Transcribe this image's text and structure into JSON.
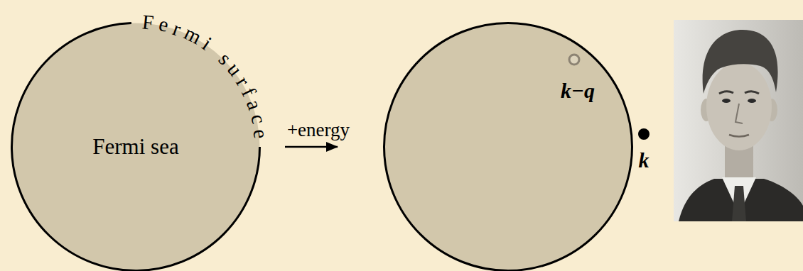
{
  "diagram": {
    "nodes": [
      {
        "text": [
          "Fermi surface",
          "Fermi sea"
        ]
      },
      {
        "text": [
          "k−q"
        ]
      }
    ],
    "edges": [
      {
        "from": 0,
        "to": 1,
        "arrow": "to",
        "label": "+energy"
      }
    ],
    "labels": [
      "k"
    ]
  }
}
